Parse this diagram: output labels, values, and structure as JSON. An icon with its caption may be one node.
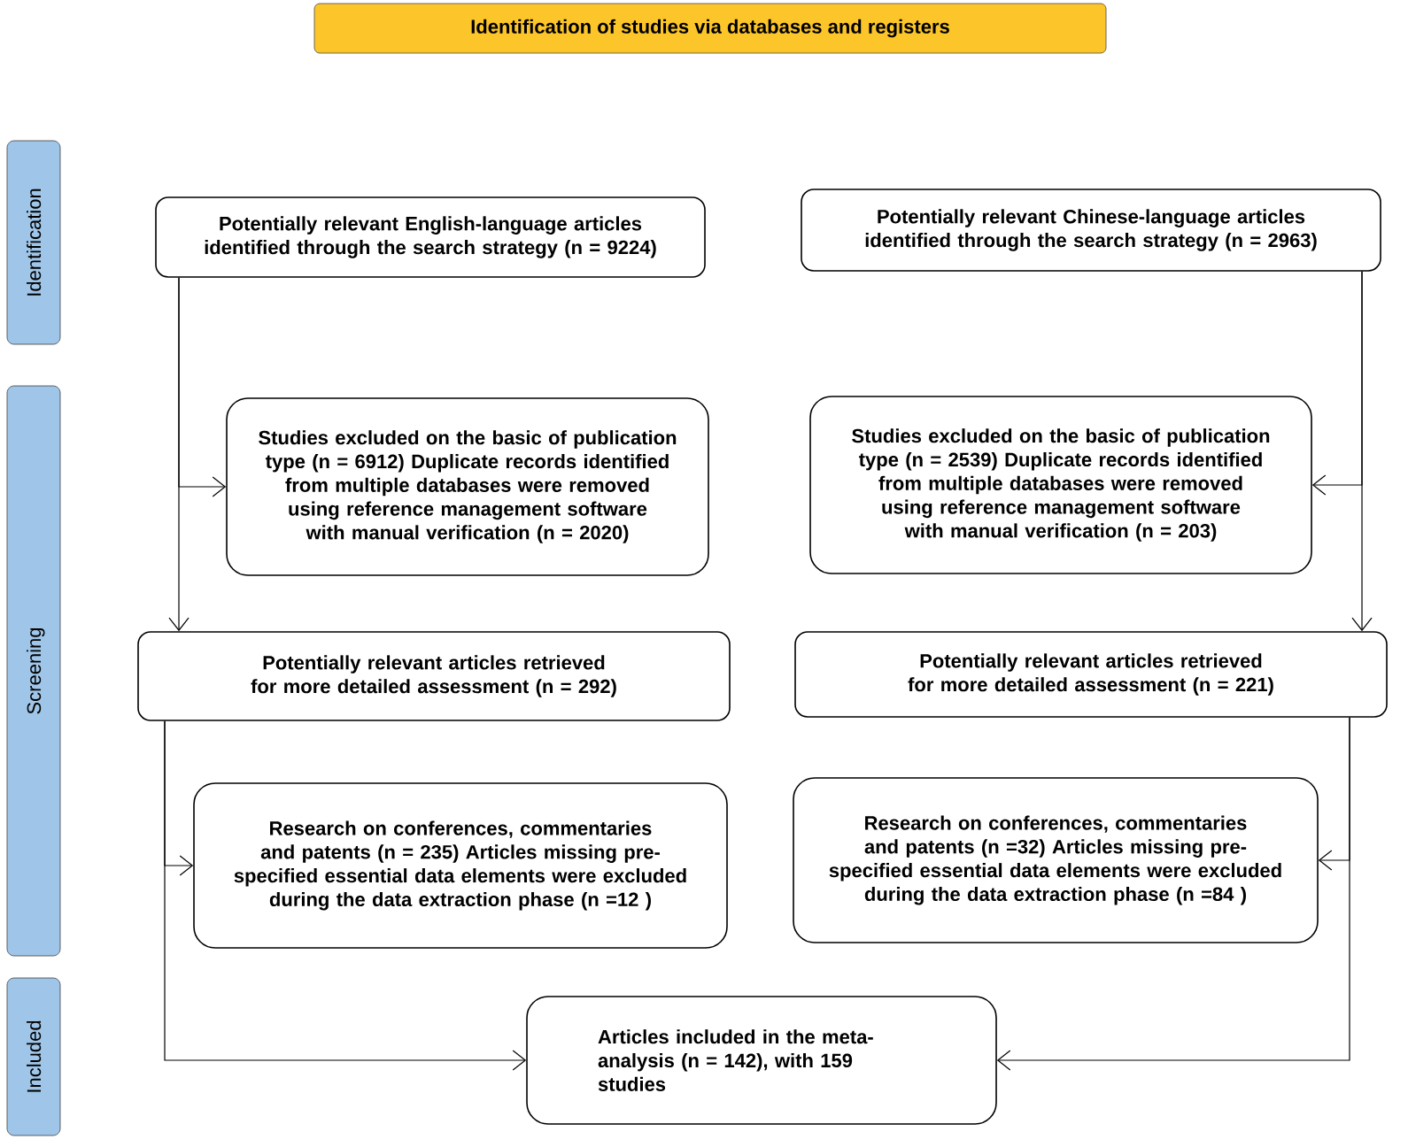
{
  "diagram": {
    "title": "Identification of studies via databases and registers",
    "nodes": [
      {
        "text": [
          "Identification"
        ]
      },
      {
        "text": [
          "Screening"
        ]
      },
      {
        "text": [
          "Included"
        ]
      },
      {
        "text": [
          "Potentially relevant English-language articles identified through the search strategy (n = 9224)"
        ]
      },
      {
        "text": [
          "Potentially relevant Chinese-language articles identified through the search strategy (n = 2963)"
        ]
      },
      {
        "text": [
          "Studies excluded on the basic of publication type (n = 6912) Duplicate records identified from multiple databases were removed using reference management software with manual verification (n = 2020)"
        ]
      },
      {
        "text": [
          "Studies excluded on the basic of publication type (n = 2539) Duplicate records identified from multiple databases were removed using reference management software with manual verification (n = 203)"
        ]
      },
      {
        "text": [
          "Potentially relevant articles retrieved for more detailed assessment (n = 292)"
        ]
      },
      {
        "text": [
          "Potentially relevant articles retrieved for more detailed assessment (n = 221)"
        ]
      },
      {
        "text": [
          "Research on conferences, commentaries and patents (n = 235) Articles missing pre-specified essential data elements were excluded during the data extraction phase (n =12 )"
        ]
      },
      {
        "text": [
          "Research on conferences, commentaries and patents (n =32) Articles missing pre-specified essential data elements were excluded during the data extraction phase (n =84 )"
        ]
      },
      {
        "text": [
          "Articles included in the meta-analysis (n = 142), with 159 studies"
        ]
      }
    ],
    "edges": [
      {
        "from": 3,
        "to": 5,
        "arrow": "to"
      },
      {
        "from": 3,
        "to": 7,
        "arrow": "to"
      },
      {
        "from": 4,
        "to": 6,
        "arrow": "to"
      },
      {
        "from": 4,
        "to": 8,
        "arrow": "to"
      },
      {
        "from": 7,
        "to": 9,
        "arrow": "to"
      },
      {
        "from": 7,
        "to": 11,
        "arrow": "to"
      },
      {
        "from": 8,
        "to": 10,
        "arrow": "to"
      },
      {
        "from": 8,
        "to": 11,
        "arrow": "to"
      }
    ]
  }
}
